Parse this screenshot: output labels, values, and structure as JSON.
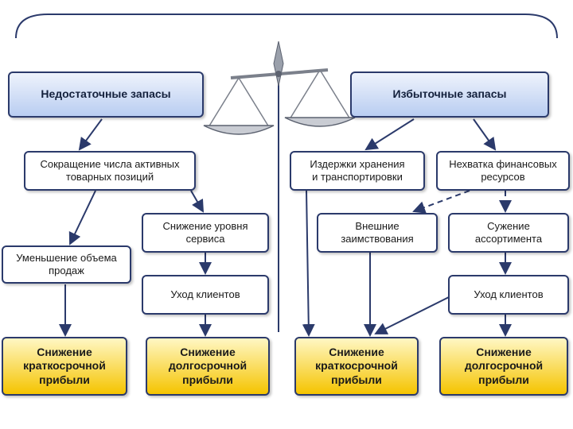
{
  "colors": {
    "frame": "#2b3a6b",
    "header_fill": "#b9cdf1",
    "result_fill": "#f5c400",
    "line": "#2b3a6b",
    "scale_metal": "#8a8f99"
  },
  "icons": {
    "scales": "balance-scale-icon"
  },
  "left": {
    "header": "Недостаточные запасы",
    "reduction_positions": "Сокращение числа активных\nтоварных позиций",
    "service_level_drop": "Снижение уровня\nсервиса",
    "sales_volume_drop": "Уменьшение объема\nпродаж",
    "customer_loss": "Уход клиентов",
    "result_short_term": "Снижение\nкраткосрочной\nприбыли",
    "result_long_term": "Снижение\nдолгосрочной\nприбыли"
  },
  "right": {
    "header": "Избыточные запасы",
    "storage_costs": "Издержки хранения\nи транспортировки",
    "funds_shortage": "Нехватка финансовых\nресурсов",
    "external_borrowing": "Внешние\nзаимствования",
    "assortment_narrowing": "Сужение\nассортимента",
    "customer_loss": "Уход клиентов",
    "result_short_term": "Снижение\nкраткосрочной\nприбыли",
    "result_long_term": "Снижение\nдолгосрочной\nприбыли"
  }
}
